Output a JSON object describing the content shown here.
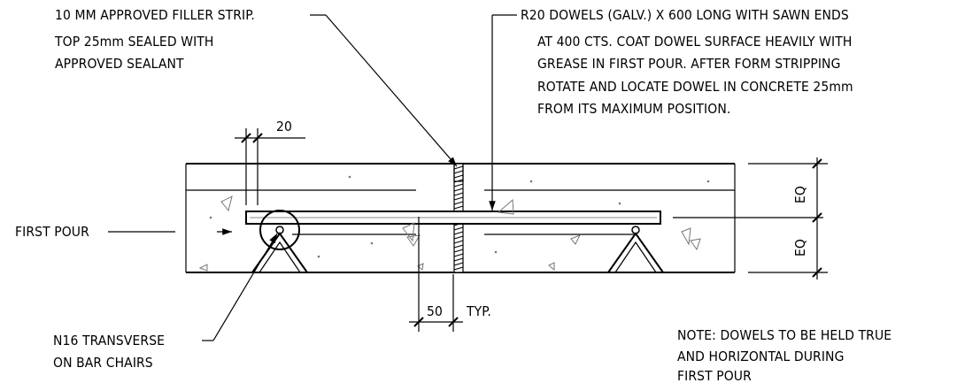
{
  "labels": {
    "filler_strip_1": "10 MM APPROVED FILLER STRIP.",
    "filler_strip_2": "TOP 25mm SEALED WITH",
    "filler_strip_3": "APPROVED SEALANT",
    "dowels_1": "R20 DOWELS (GALV.) X 600 LONG WITH SAWN  ENDS",
    "dowels_2": "AT 400 CTS. COAT DOWEL SURFACE HEAVILY WITH",
    "dowels_3": "GREASE IN FIRST POUR. AFTER FORM STRIPPING",
    "dowels_4": "ROTATE AND LOCATE DOWEL IN CONCRETE 25mm",
    "dowels_5": "FROM ITS MAXIMUM POSITION.",
    "first_pour": "FIRST POUR",
    "transverse_1": "N16 TRANSVERSE",
    "transverse_2": "ON BAR CHAIRS",
    "note_1": "NOTE: DOWELS TO BE HELD TRUE",
    "note_2": "AND HORIZONTAL DURING",
    "note_3": "FIRST POUR"
  },
  "dimensions": {
    "gap": "20",
    "spacing": "50",
    "typ": "TYP.",
    "eq_top": "EQ",
    "eq_bottom": "EQ"
  }
}
